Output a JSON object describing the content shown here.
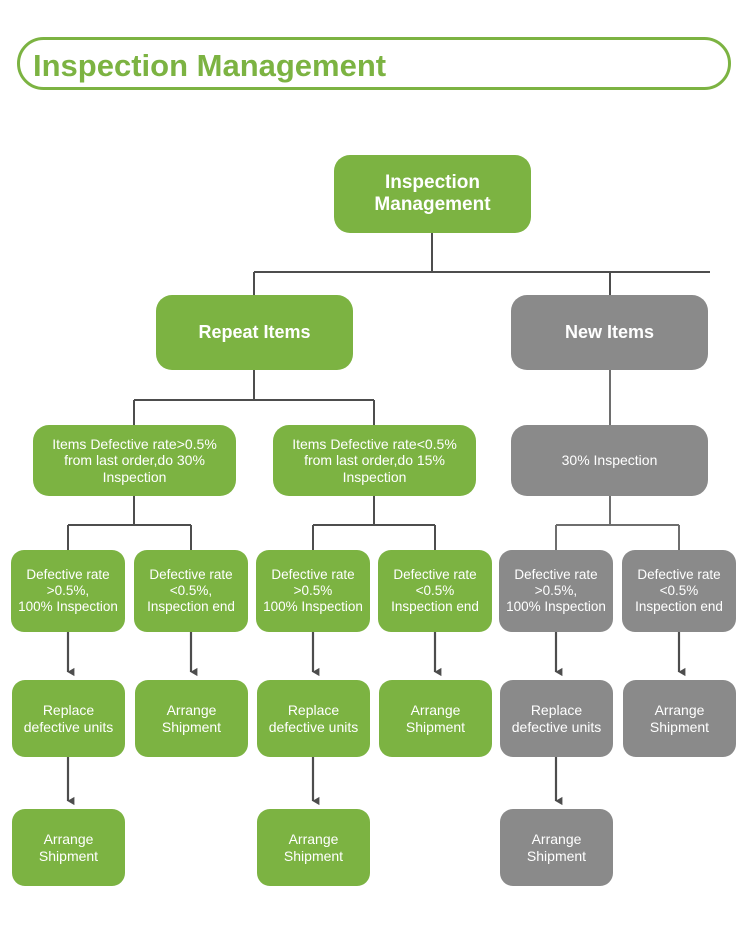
{
  "header": {
    "title": "Inspection Management"
  },
  "colors": {
    "green": "#7cb342",
    "gray": "#8a8a8a",
    "connector_green": "#4d4d4d",
    "connector_gray": "#6e6e6e",
    "text_on_node": "#ffffff",
    "background": "#ffffff"
  },
  "chart_data": {
    "type": "diagram",
    "title": "Inspection Management",
    "orientation": "top-down tree",
    "levels": 6,
    "nodes": [
      {
        "id": "root",
        "label": "Inspection\nManagement",
        "color": "green",
        "level": 1
      },
      {
        "id": "repeat",
        "label": "Repeat Items",
        "color": "green",
        "level": 2
      },
      {
        "id": "new",
        "label": "New Items",
        "color": "gray",
        "level": 2
      },
      {
        "id": "d1",
        "label": "Items Defective rate>0.5%\nfrom last order,do 30%\nInspection",
        "color": "green",
        "level": 3
      },
      {
        "id": "d2",
        "label": "Items Defective rate<0.5%\nfrom last order,do 15%\nInspection",
        "color": "green",
        "level": 3
      },
      {
        "id": "d3",
        "label": "30% Inspection",
        "color": "gray",
        "level": 3
      },
      {
        "id": "c1",
        "label": "Defective rate\n>0.5%,\n100% Inspection",
        "color": "green",
        "level": 4
      },
      {
        "id": "c2",
        "label": "Defective rate\n<0.5%,\nInspection end",
        "color": "green",
        "level": 4
      },
      {
        "id": "c3",
        "label": "Defective rate\n>0.5%\n100% Inspection",
        "color": "green",
        "level": 4
      },
      {
        "id": "c4",
        "label": "Defective rate\n<0.5%\nInspection end",
        "color": "green",
        "level": 4
      },
      {
        "id": "c5",
        "label": "Defective rate\n>0.5%,\n100% Inspection",
        "color": "gray",
        "level": 4
      },
      {
        "id": "c6",
        "label": "Defective rate\n<0.5%\nInspection end",
        "color": "gray",
        "level": 4
      },
      {
        "id": "a1",
        "label": "Replace\ndefective units",
        "color": "green",
        "level": 5
      },
      {
        "id": "a2",
        "label": "Arrange\nShipment",
        "color": "green",
        "level": 5
      },
      {
        "id": "a3",
        "label": "Replace\ndefective units",
        "color": "green",
        "level": 5
      },
      {
        "id": "a4",
        "label": "Arrange\nShipment",
        "color": "green",
        "level": 5
      },
      {
        "id": "a5",
        "label": "Replace\ndefective units",
        "color": "gray",
        "level": 5
      },
      {
        "id": "a6",
        "label": "Arrange\nShipment",
        "color": "gray",
        "level": 5
      },
      {
        "id": "s1",
        "label": "Arrange\nShipment",
        "color": "green",
        "level": 6
      },
      {
        "id": "s3",
        "label": "Arrange\nShipment",
        "color": "green",
        "level": 6
      },
      {
        "id": "s5",
        "label": "Arrange\nShipment",
        "color": "gray",
        "level": 6
      }
    ],
    "edges": [
      {
        "from": "root",
        "to": "repeat",
        "style": "elbow"
      },
      {
        "from": "root",
        "to": "new",
        "style": "elbow"
      },
      {
        "from": "repeat",
        "to": "d1",
        "style": "elbow"
      },
      {
        "from": "repeat",
        "to": "d2",
        "style": "elbow"
      },
      {
        "from": "new",
        "to": "d3",
        "style": "straight"
      },
      {
        "from": "d1",
        "to": "c1",
        "style": "elbow"
      },
      {
        "from": "d1",
        "to": "c2",
        "style": "elbow"
      },
      {
        "from": "d2",
        "to": "c3",
        "style": "elbow"
      },
      {
        "from": "d2",
        "to": "c4",
        "style": "elbow"
      },
      {
        "from": "d3",
        "to": "c5",
        "style": "elbow"
      },
      {
        "from": "d3",
        "to": "c6",
        "style": "elbow"
      },
      {
        "from": "c1",
        "to": "a1",
        "style": "arrow"
      },
      {
        "from": "c2",
        "to": "a2",
        "style": "arrow"
      },
      {
        "from": "c3",
        "to": "a3",
        "style": "arrow"
      },
      {
        "from": "c4",
        "to": "a4",
        "style": "arrow"
      },
      {
        "from": "c5",
        "to": "a5",
        "style": "arrow"
      },
      {
        "from": "c6",
        "to": "a6",
        "style": "arrow"
      },
      {
        "from": "a1",
        "to": "s1",
        "style": "arrow"
      },
      {
        "from": "a3",
        "to": "s3",
        "style": "arrow"
      },
      {
        "from": "a5",
        "to": "s5",
        "style": "arrow"
      }
    ]
  }
}
